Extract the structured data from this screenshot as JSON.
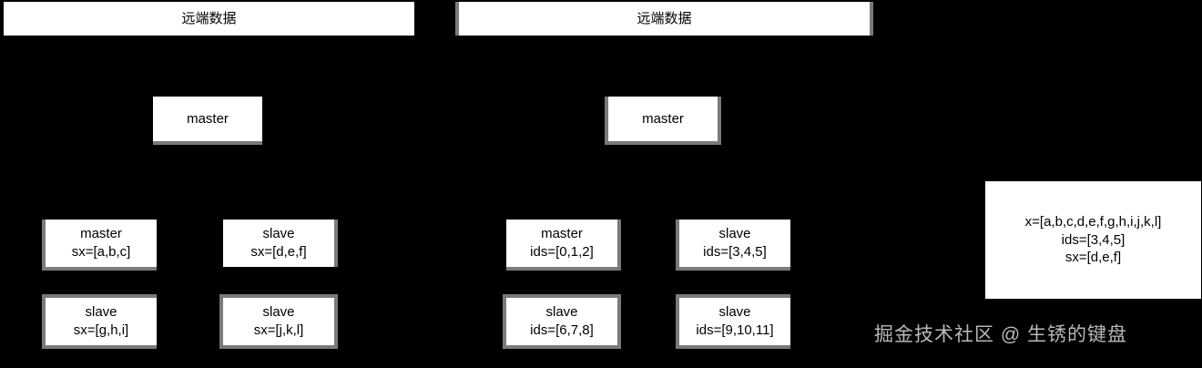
{
  "diagram": {
    "background_color": "#000000",
    "box_fill_color": "#ffffff",
    "box_text_color": "#000000",
    "shadow_color": "#7a7a7a",
    "banners": [
      {
        "label": "远端数据"
      },
      {
        "label": "远端数据"
      }
    ],
    "group_left": {
      "master_node": {
        "label": "master"
      },
      "nodes": [
        {
          "role": "master",
          "detail": "sx=[a,b,c]"
        },
        {
          "role": "slave",
          "detail": "sx=[d,e,f]"
        },
        {
          "role": "slave",
          "detail": "sx=[g,h,i]"
        },
        {
          "role": "slave",
          "detail": "sx=[j,k,l]"
        }
      ]
    },
    "group_right": {
      "master_node": {
        "label": "master"
      },
      "nodes": [
        {
          "role": "master",
          "detail": "ids=[0,1,2]"
        },
        {
          "role": "slave",
          "detail": "ids=[3,4,5]"
        },
        {
          "role": "slave",
          "detail": "ids=[6,7,8]"
        },
        {
          "role": "slave",
          "detail": "ids=[9,10,11]"
        }
      ]
    },
    "info_panel": {
      "line1": "x=[a,b,c,d,e,f,g,h,i,j,k,l]",
      "line2": "ids=[3,4,5]",
      "line3": "sx=[d,e,f]"
    },
    "watermark": {
      "text": "掘金技术社区 @ 生锈的键盘",
      "color": "#d2d2d2"
    }
  }
}
